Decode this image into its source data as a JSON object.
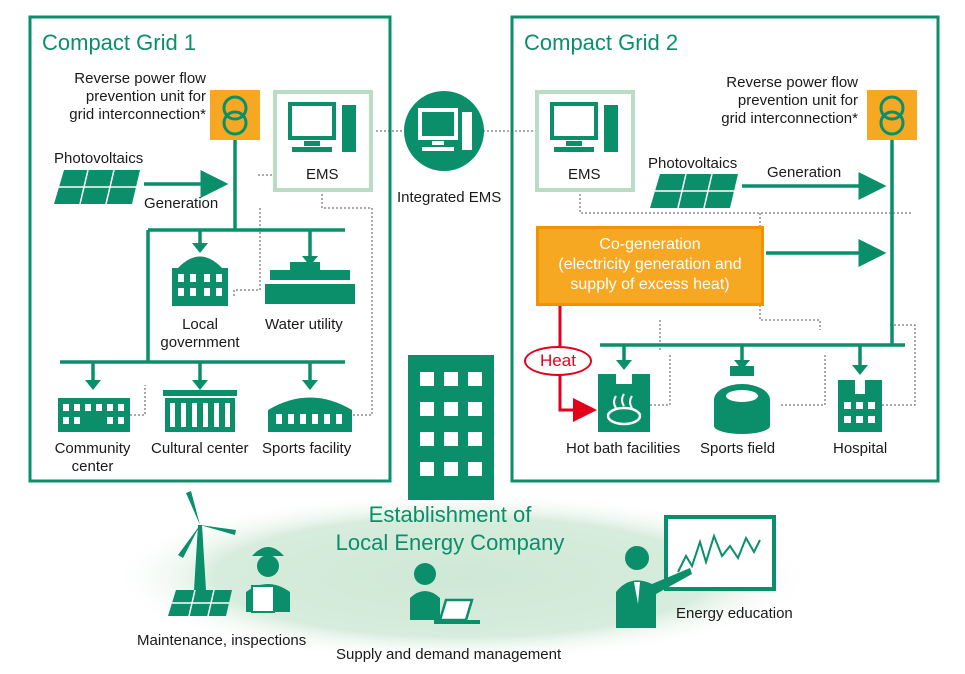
{
  "grid1": {
    "title": "Compact Grid 1",
    "reverse_unit": [
      "Reverse power flow",
      "prevention unit for",
      "grid interconnection*"
    ],
    "photovoltaics": "Photovoltaics",
    "generation": "Generation",
    "ems": "EMS",
    "buildings": {
      "local_government": [
        "Local",
        "government"
      ],
      "water_utility": "Water utility",
      "community_center": [
        "Community",
        "center"
      ],
      "cultural_center": "Cultural center",
      "sports_facility": "Sports facility"
    }
  },
  "integrated_ems": "Integrated EMS",
  "grid2": {
    "title": "Compact Grid 2",
    "reverse_unit": [
      "Reverse power flow",
      "prevention unit for",
      "grid interconnection*"
    ],
    "ems": "EMS",
    "photovoltaics": "Photovoltaics",
    "generation": "Generation",
    "cogeneration": [
      "Co-generation",
      "(electricity generation and",
      "supply of excess heat)"
    ],
    "heat": "Heat",
    "buildings": {
      "hot_bath": "Hot bath facilities",
      "sports_field": "Sports field",
      "hospital": "Hospital"
    }
  },
  "company": {
    "title": [
      "Establishment of",
      "Local Energy Company"
    ],
    "activities": {
      "maintenance": "Maintenance, inspections",
      "supply_demand": "Supply and demand management",
      "education": "Energy education"
    }
  },
  "colors": {
    "green": "#0a8f6a",
    "light_green": "#cfe8d6",
    "orange": "#f7a823",
    "red": "#e2001a",
    "unit_bg": "#f7a823"
  }
}
